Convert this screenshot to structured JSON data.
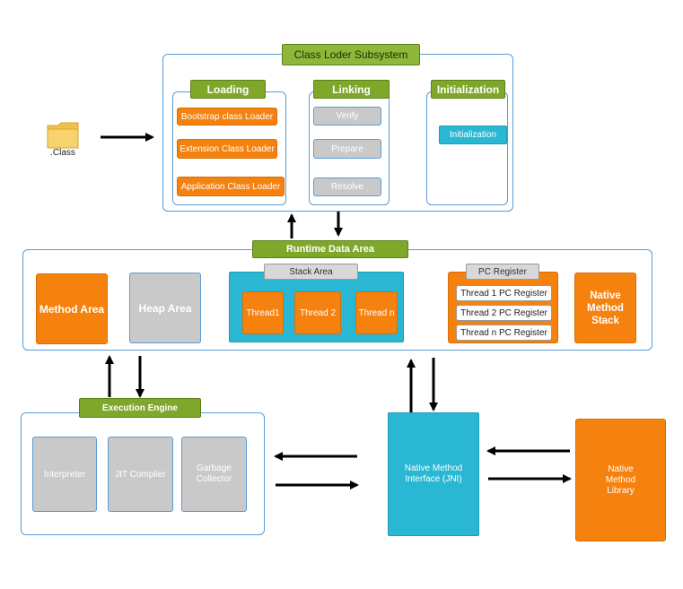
{
  "class_file": {
    "label": ".Class",
    "icon": "folder-icon"
  },
  "class_loader": {
    "title": "Class Loder Subsystem",
    "loading": {
      "title": "Loading",
      "items": [
        "Bootstrap class Loader",
        "Extension Class Loader",
        "Application Class Loader"
      ]
    },
    "linking": {
      "title": "Linking",
      "items": [
        "Verify",
        "Prepare",
        "Resolve"
      ]
    },
    "initialization": {
      "title": "Initialization",
      "item": "Initialization"
    }
  },
  "runtime": {
    "title": "Runtime Data Area",
    "method_area": "Method Area",
    "heap_area": "Heap Area",
    "stack_area": {
      "title": "Stack Area",
      "threads": [
        "Thread1",
        "Thread 2",
        "Thread n"
      ]
    },
    "pc_register": {
      "title": "PC Register",
      "items": [
        "Thread 1 PC Register",
        "Thread 2 PC Register",
        "Thread n PC Register"
      ]
    },
    "native_method_stack": "Native Method Stack"
  },
  "execution_engine": {
    "title": "Execution Engine",
    "items": [
      "Interpreter",
      "JIT Complier",
      "Garbage Collector"
    ]
  },
  "jni": "Native Method Interface (JNI)",
  "native_library": "Native Method Library",
  "colors": {
    "green": "#7fa82a",
    "orange": "#f5820f",
    "gray": "#c9c9c9",
    "cyan": "#29b7d3",
    "border_blue": "#5b9bd5"
  }
}
